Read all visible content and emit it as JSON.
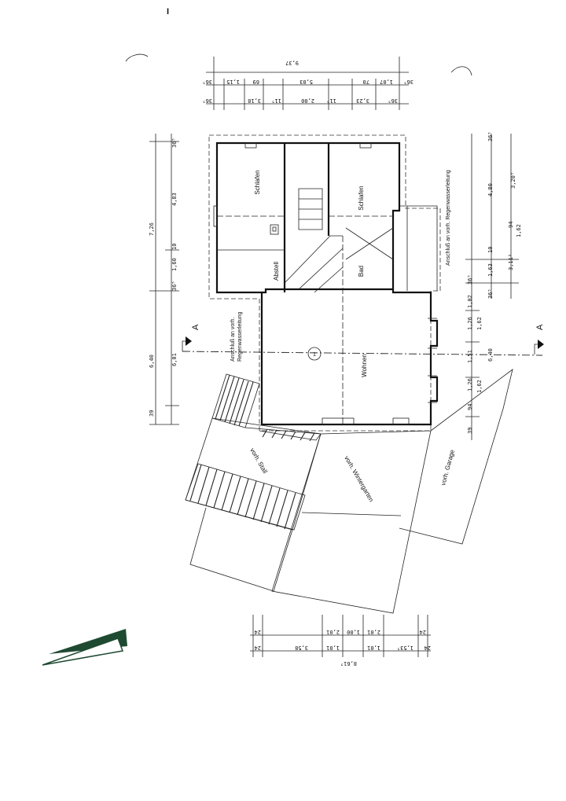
{
  "header": {
    "top_mark": "I"
  },
  "rooms": {
    "schlafen_left": "Schlafen",
    "schlafen_right": "Schlafen",
    "abstell": "Abstell",
    "bad": "Bad",
    "wohnen": "Wohnen"
  },
  "annotations": {
    "anschluss_left_line1": "Anschluß an vorh.",
    "anschluss_left_line2": "Regenwasserleitung",
    "anschluss_right": "Anschluß an vorh. Regenwasserleitung",
    "vorh_stall": "vorh. Stall",
    "vorh_wintergarten": "vorh. Wintergarten",
    "vorh_garage": "vorh. Garage",
    "section_left": "A",
    "section_right": "A",
    "marker_number": "1"
  },
  "dimensions": {
    "top_total": "9,37",
    "top_row_a": [
      "36⁵",
      "1,15",
      "69",
      "5,03",
      "70",
      "1,07",
      "36⁵"
    ],
    "top_row_b": [
      "36⁵",
      "3,18",
      "11⁵",
      "2,00",
      "11⁵",
      "3,23",
      "36⁵"
    ],
    "left_col_a": [
      "7,26",
      "6,40",
      "39"
    ],
    "left_col_b": [
      "36⁵",
      "4,83",
      "10",
      "1,60",
      "36⁵",
      "6,01"
    ],
    "right_col_a": [
      "36⁵",
      "4,80",
      "10",
      "1,63",
      "36⁵",
      "1,02",
      "1,26",
      "1,51",
      "1,26",
      "94",
      "39"
    ],
    "right_col_b": [
      "3,20⁵",
      "94",
      "1,62",
      "3,11⁵",
      "36⁵",
      "1,62",
      "6,40",
      "1,62"
    ],
    "bottom_total": "8,61⁵",
    "bottom_row_a": [
      "24",
      "2,01",
      "1,00",
      "2,01",
      "24"
    ],
    "bottom_row_b": [
      "24",
      "3,58",
      "1,01",
      "1,01",
      "1,53⁵",
      "24"
    ]
  },
  "colors": {
    "logo_green": "#1f4a32",
    "line": "#111111"
  }
}
